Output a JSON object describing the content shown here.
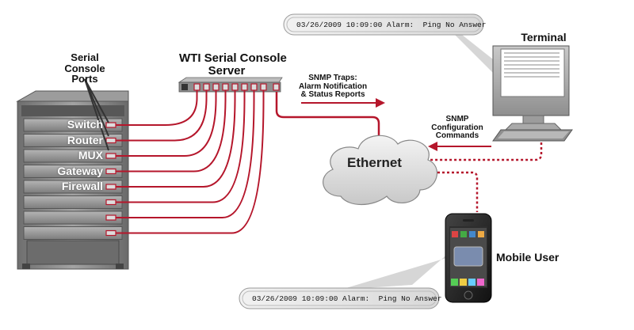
{
  "diagram": {
    "server_title": "WTI Serial Console\nServer",
    "ports_title": "Serial\nConsole\nPorts",
    "terminal_label": "Terminal",
    "mobile_label": "Mobile User",
    "ethernet_label": "Ethernet",
    "snmp_traps": "SNMP Traps:\nAlarm Notification\n& Status Reports",
    "snmp_config": "SNMP\nConfiguration\nCommands",
    "alarm_top": "03/26/2009 10:09:00 Alarm:  Ping No Answer",
    "alarm_bottom": "03/26/2009 10:09:00 Alarm:  Ping No Answer",
    "rack_devices": [
      "Switch",
      "Router",
      "MUX",
      "Gateway",
      "Firewall"
    ]
  },
  "colors": {
    "cable": "#b5162b",
    "rack": "#8a8a8a",
    "cloud": "#e6e6e6"
  }
}
